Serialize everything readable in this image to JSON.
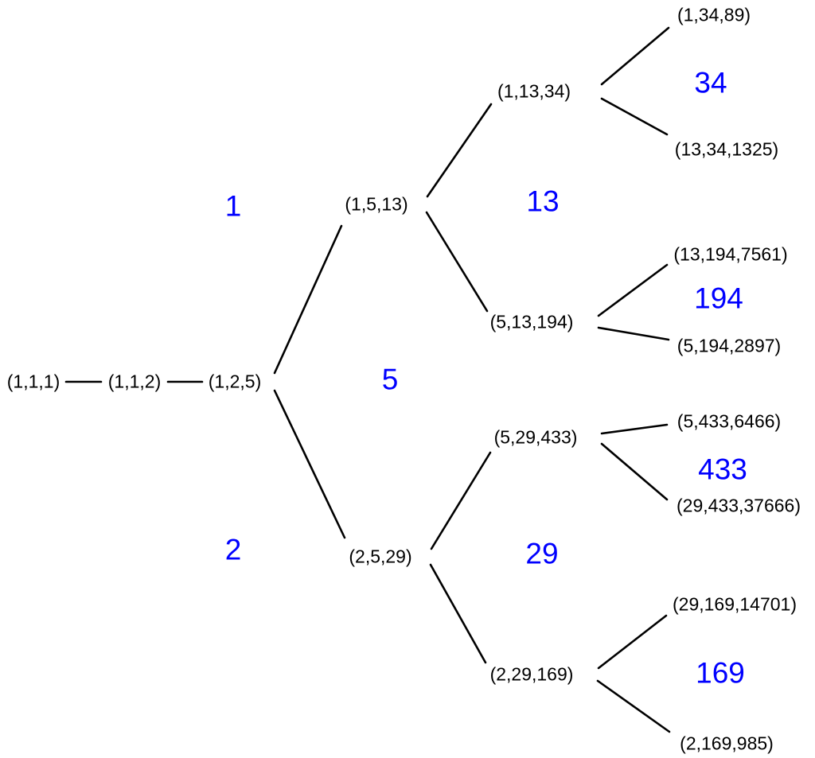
{
  "colors": {
    "background": "#ffffff",
    "edge": "#000000",
    "node_text": "#000000",
    "branch_label_text": "#0000ff"
  },
  "nodes": {
    "n111": "(1,1,1)",
    "n112": "(1,1,2)",
    "n125": "(1,2,5)",
    "n1513": "(1,5,13)",
    "n2529": "(2,5,29)",
    "n11334": "(1,13,34)",
    "n513194": "(5,13,194)",
    "n529433": "(5,29,433)",
    "n229169": "(2,29,169)",
    "n13489": "(1,34,89)",
    "n13341325": "(13,34,1325)",
    "n131947561": "(13,194,7561)",
    "n51942897": "(5,194,2897)",
    "n54336466": "(5,433,6466)",
    "n2943337666": "(29,433,37666)",
    "n2916914701": "(29,169,14701)",
    "n2169985": "(2,169,985)"
  },
  "branch_labels": {
    "b1": "1",
    "b2": "2",
    "b5": "5",
    "b13": "13",
    "b29": "29",
    "b34": "34",
    "b194": "194",
    "b433": "433",
    "b169": "169"
  },
  "edges": [
    [
      "(1,1,1)",
      "(1,1,2)"
    ],
    [
      "(1,1,2)",
      "(1,2,5)"
    ],
    [
      "(1,2,5)",
      "(1,5,13)"
    ],
    [
      "(1,2,5)",
      "(2,5,29)"
    ],
    [
      "(1,5,13)",
      "(1,13,34)"
    ],
    [
      "(1,5,13)",
      "(5,13,194)"
    ],
    [
      "(1,13,34)",
      "(1,34,89)"
    ],
    [
      "(1,13,34)",
      "(13,34,1325)"
    ],
    [
      "(5,13,194)",
      "(13,194,7561)"
    ],
    [
      "(5,13,194)",
      "(5,194,2897)"
    ],
    [
      "(2,5,29)",
      "(5,29,433)"
    ],
    [
      "(2,5,29)",
      "(2,29,169)"
    ],
    [
      "(5,29,433)",
      "(5,433,6466)"
    ],
    [
      "(5,29,433)",
      "(29,433,37666)"
    ],
    [
      "(2,29,169)",
      "(29,169,14701)"
    ],
    [
      "(2,29,169)",
      "(2,169,985)"
    ]
  ]
}
